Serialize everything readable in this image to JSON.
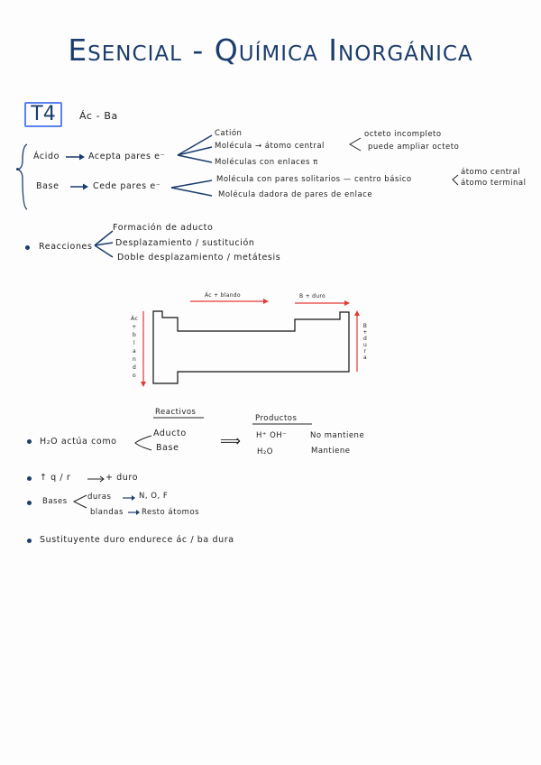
{
  "colors": {
    "title": "#1b3d6e",
    "box": "#5b82ef",
    "ink": "#222222",
    "arrow_blue": "#1b3d6e",
    "diagram_red": "#e53935"
  },
  "header": {
    "title": "Esencial - Química Inorgánica"
  },
  "topic": {
    "label": "T4",
    "subtitle": "Ác - Ba"
  },
  "acid_base": {
    "acid": {
      "term": "Ácido",
      "definition": "Acepta pares e⁻",
      "examples": [
        "Catión",
        "Molécula → átomo central",
        "Moléculas con enlaces π"
      ],
      "central_atom_notes": [
        "octeto incompleto",
        "puede ampliar octeto"
      ]
    },
    "base": {
      "term": "Base",
      "definition": "Cede pares e⁻",
      "examples": [
        "Molécula con pares solitarios — centro básico",
        "Molécula dadora de pares de enlace"
      ],
      "basic_center_notes": [
        "átomo central",
        "átomo terminal"
      ]
    }
  },
  "reactions": {
    "label": "Reacciones",
    "types": [
      "Formación de aducto",
      "Desplazamiento / sustitución",
      "Doble desplazamiento / metátesis"
    ]
  },
  "periodic_diagram": {
    "top_left_arrow": "Ác + blando",
    "top_right_arrow": "B + duro",
    "left_arrow_chars": [
      "Ác",
      "+",
      "b",
      "l",
      "a",
      "n",
      "d",
      "o"
    ],
    "right_arrow_chars": [
      "B",
      "+",
      "d",
      "u",
      "r",
      "a"
    ]
  },
  "water": {
    "label": "H₂O actúa como",
    "reactants_header": "Reactivos",
    "reactants": [
      "Aducto",
      "Base"
    ],
    "implies": "⟹",
    "products_header": "Productos",
    "rows": [
      {
        "species": "H⁺   OH⁻",
        "note": "No mantiene"
      },
      {
        "species": "H₂O",
        "note": "Mantiene"
      }
    ]
  },
  "trend": {
    "text": "↑ q / r",
    "result": "+ duro"
  },
  "bases": {
    "label": "Bases",
    "hard_label": "duras",
    "hard_value": "N, O, F",
    "soft_label": "blandas",
    "soft_value": "Resto átomos"
  },
  "substituent": {
    "text": "Sustituyente duro endurece ác / ba dura"
  }
}
